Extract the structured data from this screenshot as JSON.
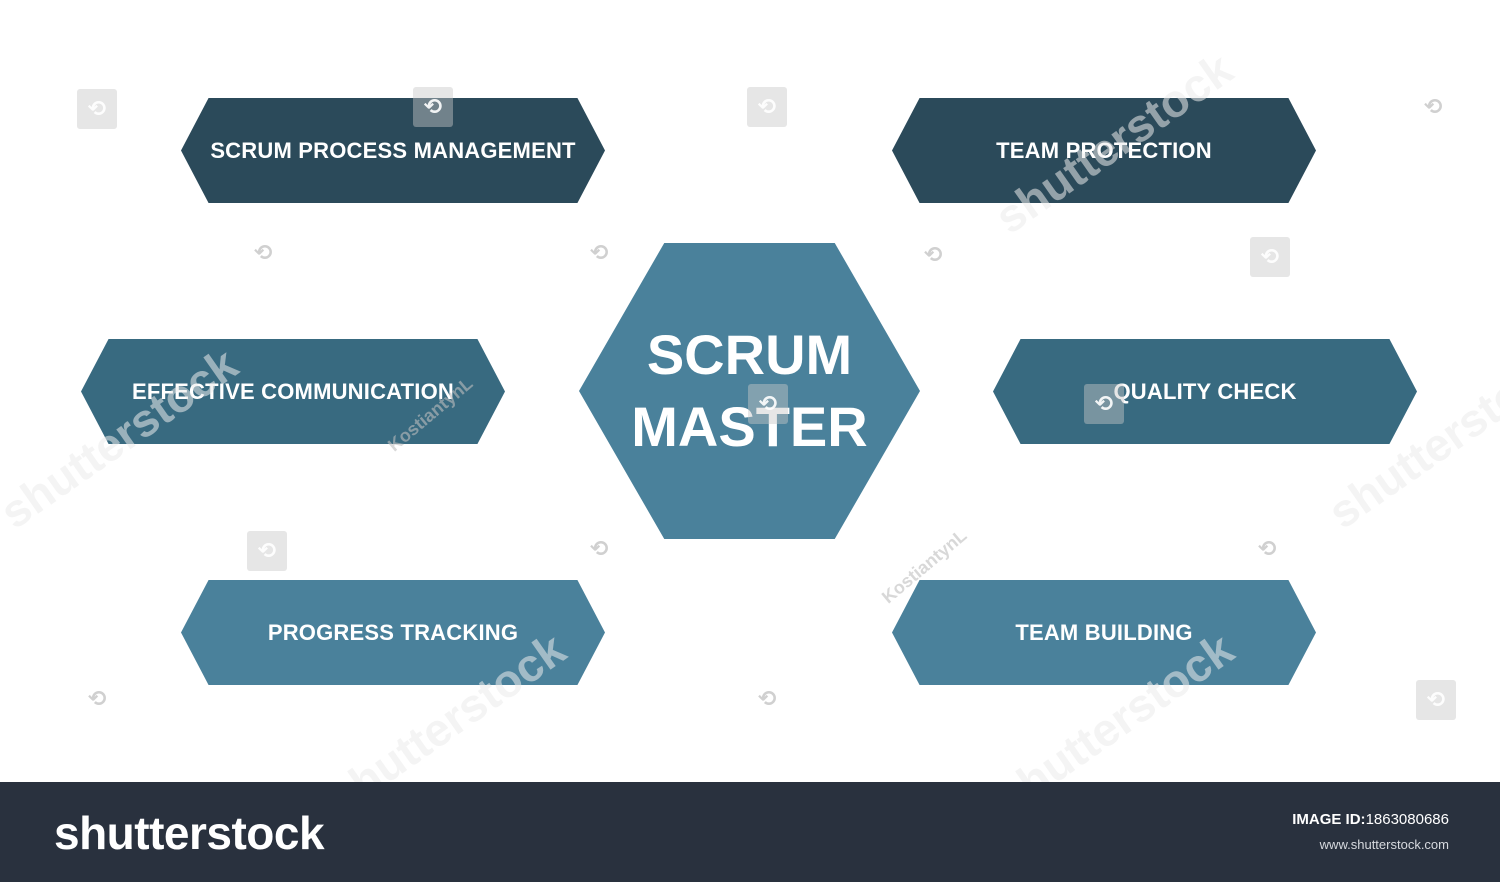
{
  "diagram": {
    "center": {
      "line1": "SCRUM",
      "line2": "MASTER"
    },
    "items": [
      {
        "label": "SCRUM PROCESS MANAGEMENT"
      },
      {
        "label": "TEAM PROTECTION"
      },
      {
        "label": "EFFECTIVE COMMUNICATION"
      },
      {
        "label": "QUALITY CHECK"
      },
      {
        "label": "PROGRESS TRACKING"
      },
      {
        "label": "TEAM BUILDING"
      }
    ]
  },
  "colors": {
    "dark": "#2b4a5a",
    "mid": "#386a80",
    "light": "#4a819b",
    "footer": "#29313e"
  },
  "watermark": {
    "brand": "shutterstock",
    "author": "KostiantynL"
  },
  "footer": {
    "logo": "shutterstock",
    "id_label": "IMAGE ID:",
    "id_value": "1863080686",
    "url": "www.shutterstock.com"
  }
}
